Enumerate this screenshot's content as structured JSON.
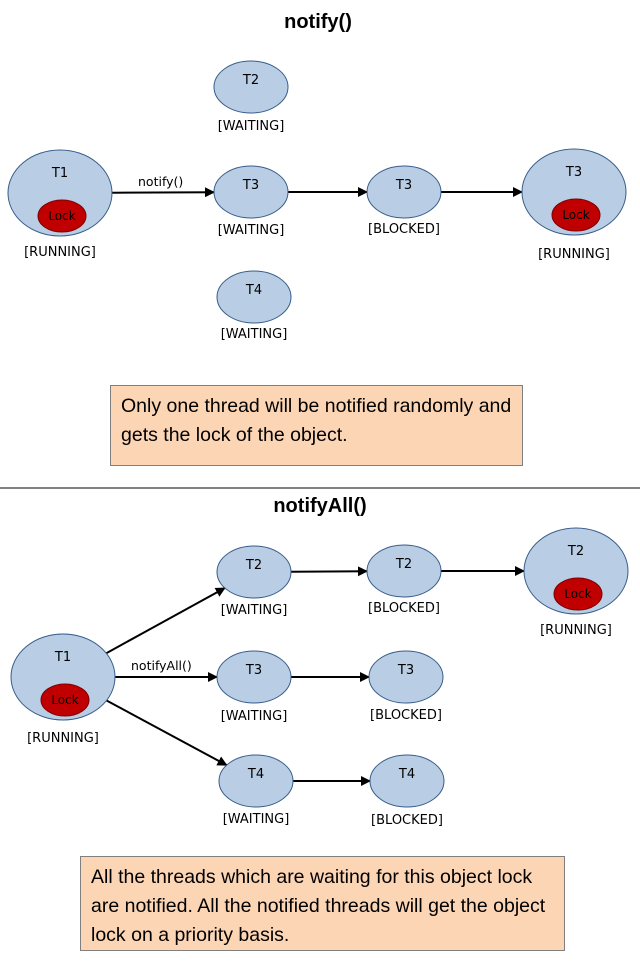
{
  "colors": {
    "node_fill": "#b9cde5",
    "node_stroke": "#385d8a",
    "lock_fill": "#c00000",
    "lock_stroke": "#7f0000",
    "note_fill": "#fcd5b5",
    "divider": "#000000"
  },
  "sections": {
    "notify": {
      "title": "notify()",
      "edge_label": "notify()",
      "note": "Only one thread will be notified randomly and gets the lock of the object."
    },
    "notify_all": {
      "title": "notifyAll()",
      "edge_label": "notifyAll()",
      "note": "All the threads which are waiting for this object lock are notified. All the notified threads will get the object lock on a priority basis."
    }
  },
  "nodes": [
    {
      "id": "n1-t1",
      "name": "T1",
      "state": "[RUNNING]",
      "lock": "Lock"
    },
    {
      "id": "n1-t2",
      "name": "T2",
      "state": "[WAITING]"
    },
    {
      "id": "n1-t3w",
      "name": "T3",
      "state": "[WAITING]"
    },
    {
      "id": "n1-t4",
      "name": "T4",
      "state": "[WAITING]"
    },
    {
      "id": "n1-t3b",
      "name": "T3",
      "state": "[BLOCKED]"
    },
    {
      "id": "n1-t3r",
      "name": "T3",
      "state": "[RUNNING]",
      "lock": "Lock"
    },
    {
      "id": "n2-t1",
      "name": "T1",
      "state": "[RUNNING]",
      "lock": "Lock"
    },
    {
      "id": "n2-t2w",
      "name": "T2",
      "state": "[WAITING]"
    },
    {
      "id": "n2-t3w",
      "name": "T3",
      "state": "[WAITING]"
    },
    {
      "id": "n2-t4w",
      "name": "T4",
      "state": "[WAITING]"
    },
    {
      "id": "n2-t2b",
      "name": "T2",
      "state": "[BLOCKED]"
    },
    {
      "id": "n2-t3b",
      "name": "T3",
      "state": "[BLOCKED]"
    },
    {
      "id": "n2-t4b",
      "name": "T4",
      "state": "[BLOCKED]"
    },
    {
      "id": "n2-t2r",
      "name": "T2",
      "state": "[RUNNING]",
      "lock": "Lock"
    }
  ],
  "edges": [
    {
      "from": "n1-t1",
      "to": "n1-t3w",
      "label": "notify()"
    },
    {
      "from": "n1-t3w",
      "to": "n1-t3b"
    },
    {
      "from": "n1-t3b",
      "to": "n1-t3r"
    },
    {
      "from": "n2-t1",
      "to": "n2-t2w"
    },
    {
      "from": "n2-t1",
      "to": "n2-t3w",
      "label": "notifyAll()"
    },
    {
      "from": "n2-t1",
      "to": "n2-t4w"
    },
    {
      "from": "n2-t2w",
      "to": "n2-t2b"
    },
    {
      "from": "n2-t3w",
      "to": "n2-t3b"
    },
    {
      "from": "n2-t4w",
      "to": "n2-t4b"
    },
    {
      "from": "n2-t2b",
      "to": "n2-t2r"
    }
  ]
}
